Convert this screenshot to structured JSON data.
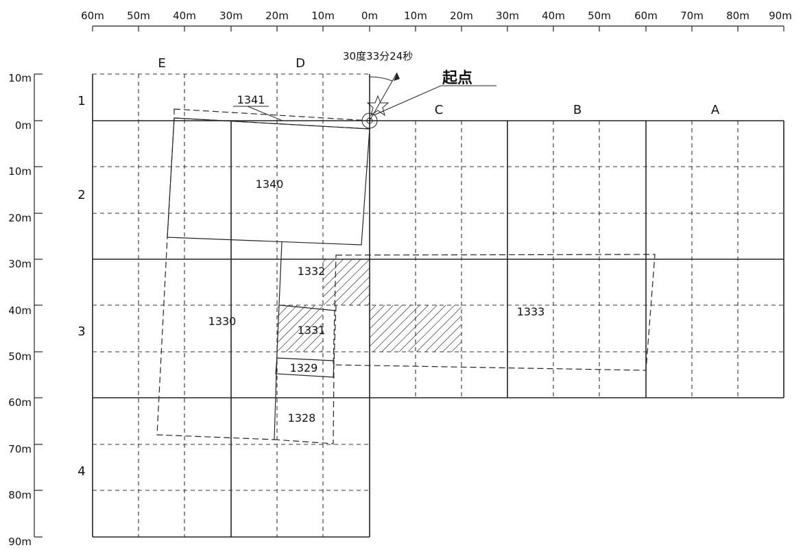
{
  "top_scale": {
    "labels": [
      "60m",
      "50m",
      "40m",
      "30m",
      "20m",
      "10m",
      "0m",
      "10m",
      "20m",
      "30m",
      "40m",
      "50m",
      "60m",
      "70m",
      "80m",
      "90m"
    ]
  },
  "left_scale": {
    "labels": [
      "10m",
      "0m",
      "10m",
      "20m",
      "30m",
      "40m",
      "50m",
      "60m",
      "70m",
      "80m",
      "90m"
    ]
  },
  "columns": [
    "E",
    "D",
    "C",
    "B",
    "A"
  ],
  "rows": [
    "1",
    "2",
    "3",
    "4"
  ],
  "angle_text": "30度33分24秒",
  "origin_text": "起点",
  "lots": [
    "1341",
    "1340",
    "1332",
    "1330",
    "1331",
    "1333",
    "1329",
    "1328"
  ]
}
